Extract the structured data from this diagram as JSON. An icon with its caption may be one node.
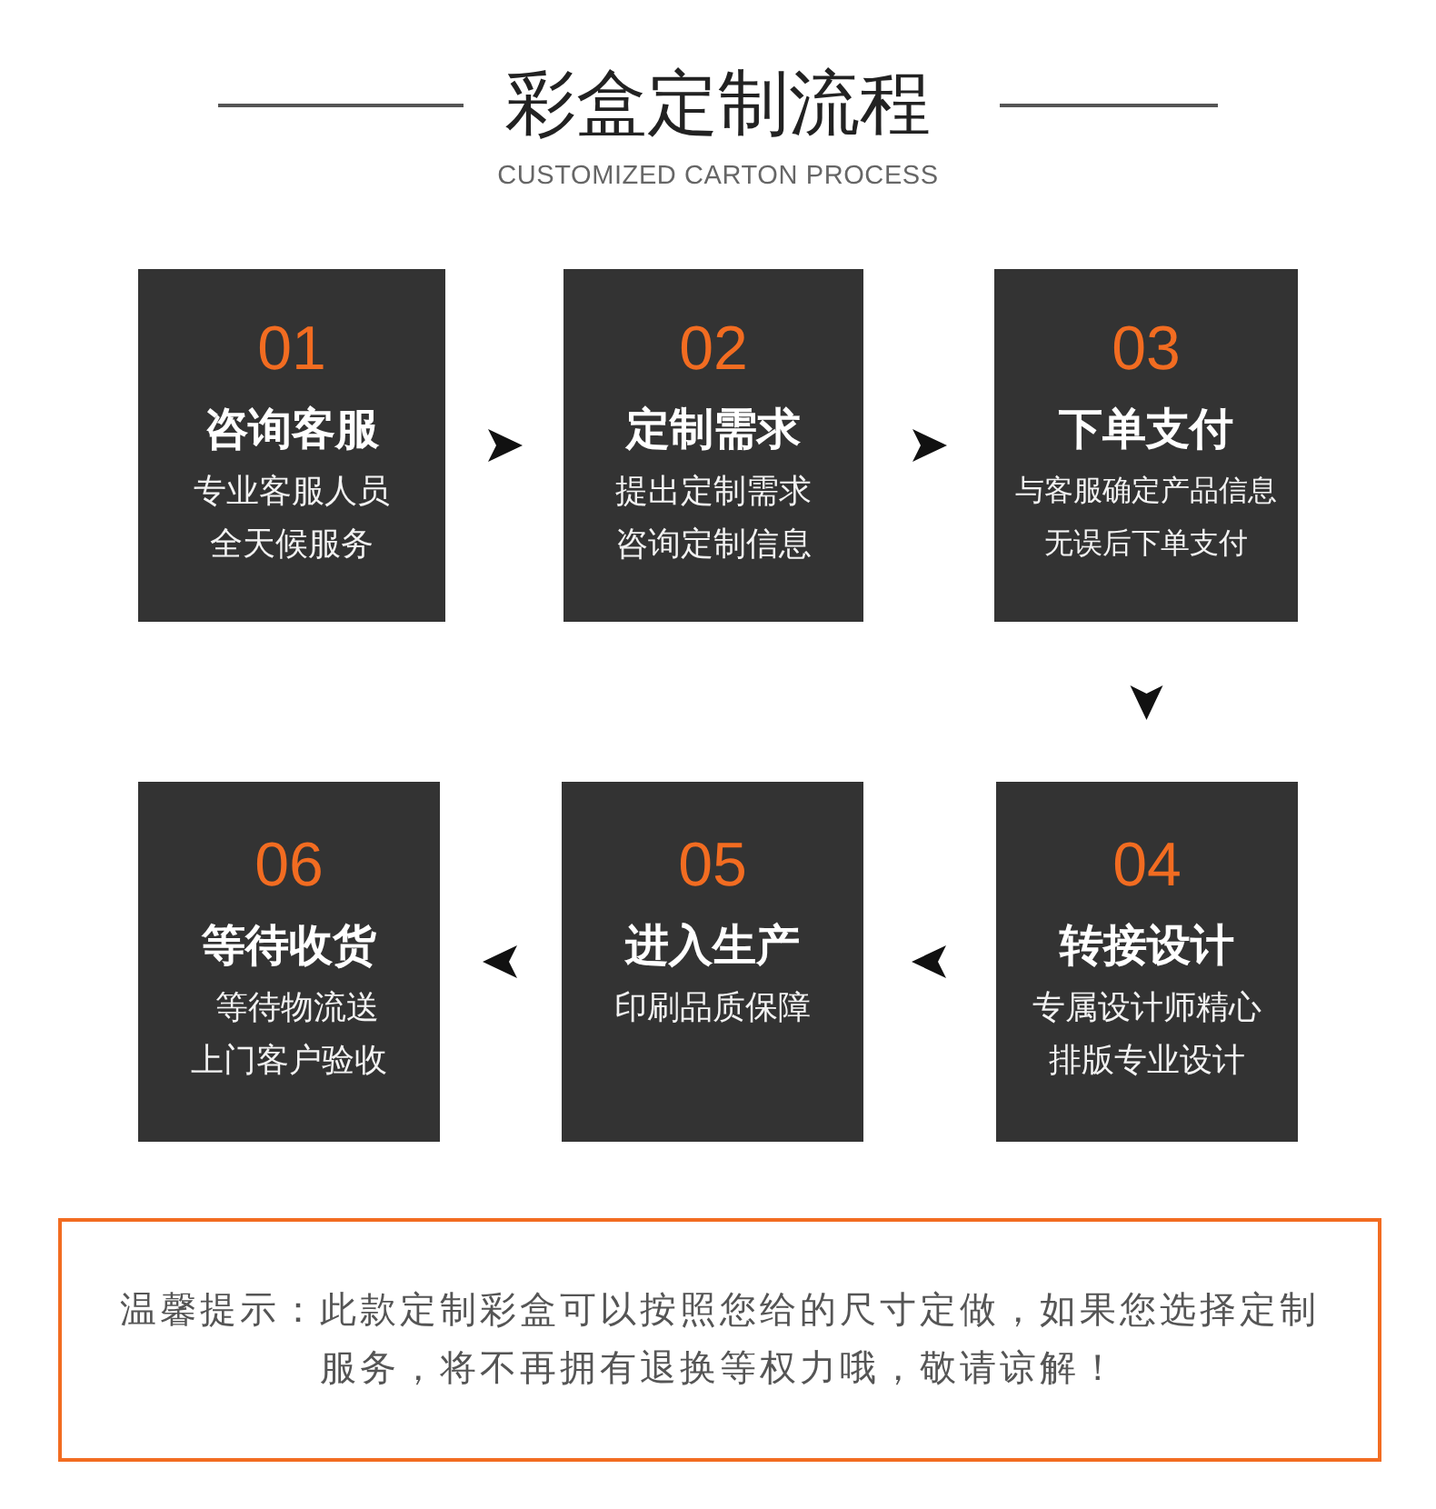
{
  "diagram": {
    "title": "彩盒定制流程",
    "nodes": [
      {
        "text": [
          "01",
          "咨询客服",
          "专业客服人员全天候服务"
        ]
      },
      {
        "text": [
          "02",
          "定制需求",
          "提出定制需求咨询定制信息"
        ]
      },
      {
        "text": [
          "03",
          "下单支付",
          "与客服确定产品信息无误后下单支付"
        ]
      },
      {
        "text": [
          "04",
          "转接设计",
          "专属设计师精心排版专业设计"
        ]
      },
      {
        "text": [
          "05",
          "进入生产",
          "印刷品质保障"
        ]
      },
      {
        "text": [
          "06",
          "等待收货",
          "等待物流送上门客户验收"
        ]
      },
      {
        "text": [
          "温馨提示：此款定制彩盒可以按照您给的尺寸定做，如果您选择定制服务，将不再拥有退换等权力哦，敬请谅解！"
        ]
      }
    ],
    "edges": [
      {
        "from": 0,
        "to": 1,
        "arrow": "to"
      },
      {
        "from": 1,
        "to": 2,
        "arrow": "to"
      },
      {
        "from": 2,
        "to": 3,
        "arrow": "to"
      },
      {
        "from": 3,
        "to": 4,
        "arrow": "to"
      },
      {
        "from": 4,
        "to": 5,
        "arrow": "to"
      }
    ],
    "labels": [
      "CUSTOMIZED CARTON PROCESS"
    ]
  }
}
